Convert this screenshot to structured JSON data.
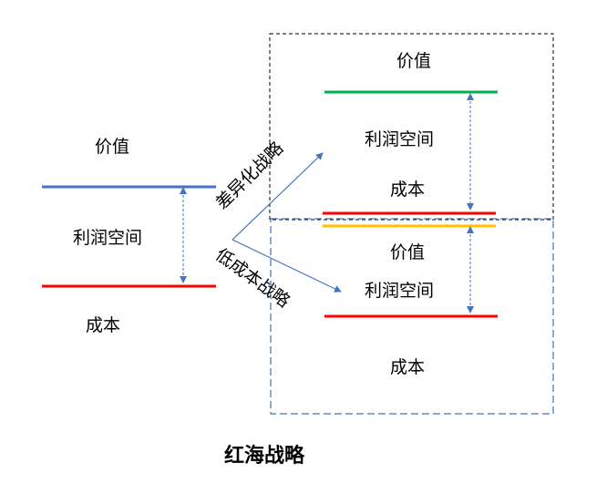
{
  "title": "红海战略",
  "colors": {
    "blue": "#4472c4",
    "red": "#ff0000",
    "green": "#00b050",
    "yellow": "#ffc000",
    "box_top": "#000000",
    "box_bottom": "#4472c4"
  },
  "left": {
    "value_label": "价值",
    "profit_label": "利润空间",
    "cost_label": "成本"
  },
  "arrows": {
    "differentiation": "差异化战略",
    "low_cost": "低成本战略"
  },
  "top_box": {
    "value_label": "价值",
    "profit_label": "利润空间",
    "cost_label": "成本"
  },
  "bottom_box": {
    "value_label": "价值",
    "profit_label": "利润空间",
    "cost_label": "成本"
  }
}
